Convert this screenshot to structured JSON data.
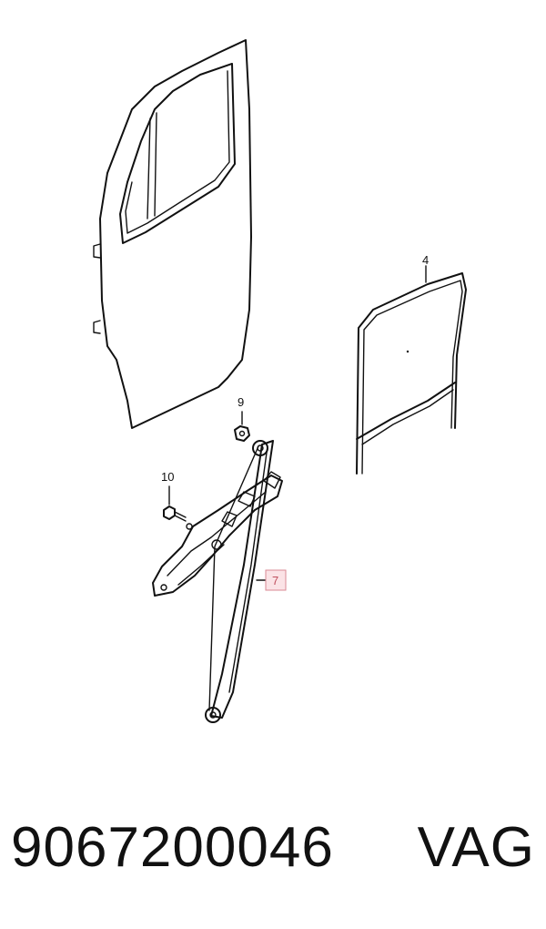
{
  "callouts": {
    "glass": "4",
    "nut": "9",
    "bolt": "10",
    "regulator": "7"
  },
  "footer": {
    "part_number": "9067200046",
    "brand": "VAG"
  },
  "colors": {
    "line": "#111111",
    "highlight_fill": "#fbe3e6",
    "highlight_stroke": "#d98a94"
  }
}
